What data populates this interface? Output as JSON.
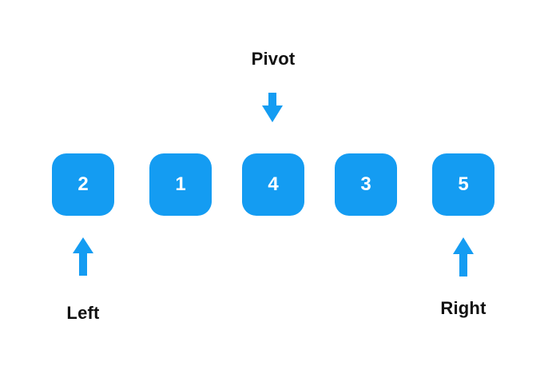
{
  "diagram": {
    "pivot_label": "Pivot",
    "left_label": "Left",
    "right_label": "Right",
    "array_values": [
      "2",
      "1",
      "4",
      "3",
      "5"
    ],
    "pointers": {
      "pivot": {
        "label": "Pivot",
        "points_to_index": 2,
        "direction": "down"
      },
      "left": {
        "label": "Left",
        "points_to_index": 0,
        "direction": "up"
      },
      "right": {
        "label": "Right",
        "points_to_index": 4,
        "direction": "up"
      }
    },
    "colors": {
      "accent_blue": "#149CF2",
      "label_text": "#111111",
      "box_number_text": "#FFFFFF",
      "background": "#FFFFFF"
    }
  }
}
